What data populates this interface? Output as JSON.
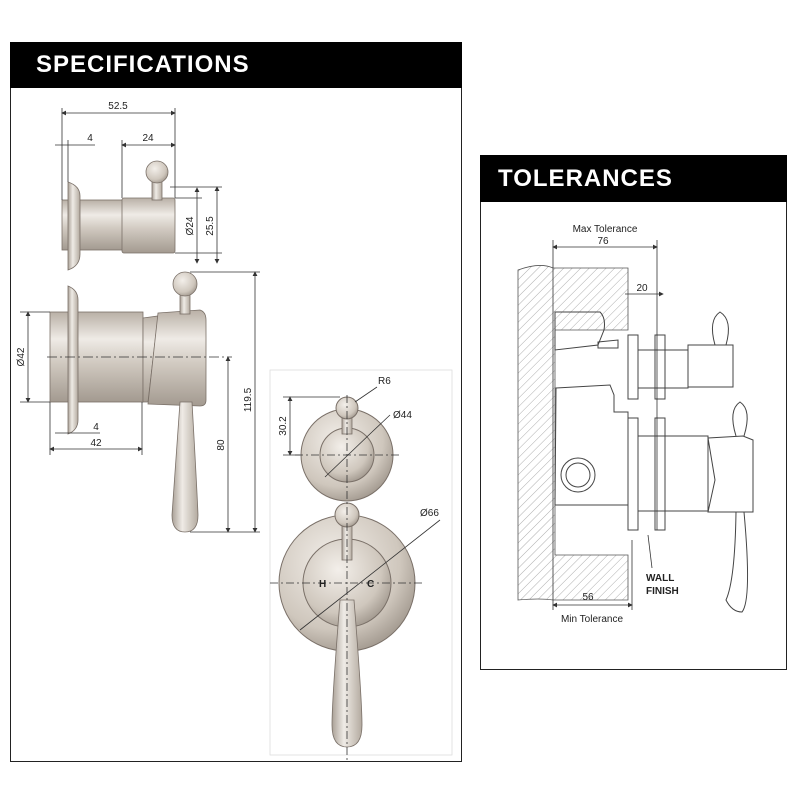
{
  "specifications": {
    "title": "SPECIFICATIONS",
    "side_view_top": {
      "overall_length": "52.5",
      "flange": "4",
      "handle_body": "24",
      "diameter": "Ø24",
      "height": "25.5"
    },
    "side_view_bottom": {
      "diameter": "Ø42",
      "flange": "4",
      "body_length": "42",
      "lever_length": "80",
      "overall_height": "119.5"
    },
    "front_view": {
      "knob_radius": "R6",
      "small_plate": "Ø44",
      "offset": "30.2",
      "large_plate": "Ø66",
      "hot_label": "H",
      "cold_label": "C"
    }
  },
  "tolerances": {
    "title": "TOLERANCES",
    "max_label": "Max Tolerance",
    "max_value": "76",
    "wall_offset": "20",
    "min_label": "Min Tolerance",
    "min_value": "56",
    "wall_finish_line1": "WALL",
    "wall_finish_line2": "FINISH"
  }
}
